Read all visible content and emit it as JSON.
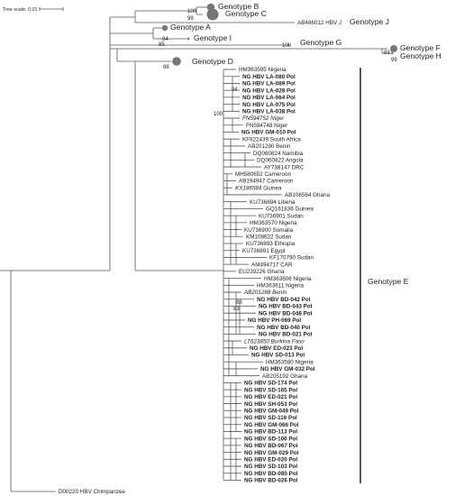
{
  "scale": {
    "label": "Tree scale: 0.01"
  },
  "genotypes": [
    {
      "label": "Genotype B"
    },
    {
      "label": "Genotype C"
    },
    {
      "label": "Genotype J"
    },
    {
      "label": "Genotype A"
    },
    {
      "label": "Genotype I"
    },
    {
      "label": "Genotype G"
    },
    {
      "label": "Genotype F"
    },
    {
      "label": "Genotype H"
    },
    {
      "label": "Genotype D"
    },
    {
      "label": "Genotype E"
    }
  ],
  "singletons": {
    "j_accession": "AB486012 HBV J",
    "outgroup": "D00220 HBV Chimpanzee"
  },
  "bootstraps": [
    "100",
    "99",
    "94",
    "85",
    "100",
    "83",
    "99",
    "88",
    "94",
    "100",
    "83",
    "88"
  ],
  "leaves": [
    {
      "label": "HM363595 Nigeria",
      "style": "n"
    },
    {
      "label": "NG HBV LA-080 Pol",
      "style": "b"
    },
    {
      "label": "NG HBV LA-089 Pol",
      "style": "b"
    },
    {
      "label": "NG HBV LA-028 Pol",
      "style": "b"
    },
    {
      "label": "NG HBV LA-064 Pol",
      "style": "b"
    },
    {
      "label": "NG HBV LA-075 Pol",
      "style": "b"
    },
    {
      "label": "NG HBV LA-038 Pol",
      "style": "b"
    },
    {
      "label": "FN594752 Niger",
      "style": "i"
    },
    {
      "label": "FN594748 Niger",
      "style": "n"
    },
    {
      "label": "NG HBV GM-010 Pol",
      "style": "b"
    },
    {
      "label": "KF922439 South Africa",
      "style": "n"
    },
    {
      "label": "AB201290 Benin",
      "style": "n"
    },
    {
      "label": "DQ060824 Namibia",
      "style": "n"
    },
    {
      "label": "DQ060822 Angola",
      "style": "n"
    },
    {
      "label": "AY738147 DRC",
      "style": "n"
    },
    {
      "label": "MH580652 Cameroon",
      "style": "n"
    },
    {
      "label": "AB194947 Cameroon",
      "style": "n"
    },
    {
      "label": "KX186584 Guinea",
      "style": "i"
    },
    {
      "label": "AB106564 Ghana",
      "style": "n"
    },
    {
      "label": "KU736894 Liberia",
      "style": "n"
    },
    {
      "label": "GQ161836 Guinea",
      "style": "n"
    },
    {
      "label": "KU736901 Sudan",
      "style": "n"
    },
    {
      "label": "HM363570 Nigeria",
      "style": "n"
    },
    {
      "label": "KU736900 Somalia",
      "style": "n"
    },
    {
      "label": "KM108622 Sudan",
      "style": "n"
    },
    {
      "label": "KU736893 Ethiopia",
      "style": "n"
    },
    {
      "label": "KU736891 Egypt",
      "style": "n"
    },
    {
      "label": "KF170790 Sudan",
      "style": "n"
    },
    {
      "label": "AM494717 CAR",
      "style": "n"
    },
    {
      "label": "EU239226 Ghana",
      "style": "n"
    },
    {
      "label": "HM363606 Nigeria",
      "style": "n"
    },
    {
      "label": "HM363611 Nigeria",
      "style": "n"
    },
    {
      "label": "AB201288 Benin",
      "style": "i"
    },
    {
      "label": "NG HBV BD-042 Pol",
      "style": "b"
    },
    {
      "label": "NG HBV BD-043 Pol",
      "style": "b"
    },
    {
      "label": "NG HBV BD-048 Pol",
      "style": "b"
    },
    {
      "label": "NG HBV PH-069 Pol",
      "style": "b"
    },
    {
      "label": "NG HBV BD-040 Pol",
      "style": "b"
    },
    {
      "label": "NG HBV BD-021 Pol",
      "style": "b"
    },
    {
      "label": "LT623850 Burkina Faso",
      "style": "i"
    },
    {
      "label": "NG HBV ED-023 Pol",
      "style": "b"
    },
    {
      "label": "NG HBV SD-013 Pol",
      "style": "b"
    },
    {
      "label": "HM363580 Nigeria",
      "style": "n"
    },
    {
      "label": "NG HBV GM-032 Pol",
      "style": "b"
    },
    {
      "label": "AB205192 Ghana",
      "style": "n"
    },
    {
      "label": "NG HBV SD-174 Pol",
      "style": "b"
    },
    {
      "label": "NG HBV SD-165 Pol",
      "style": "b"
    },
    {
      "label": "NG HBV ED-021 Pol",
      "style": "b"
    },
    {
      "label": "NG HBV SH-053 Pol",
      "style": "b"
    },
    {
      "label": "NG HBV GM-049 Pol",
      "style": "b"
    },
    {
      "label": "NG HBV SD-116 Pol",
      "style": "b"
    },
    {
      "label": "NG HBV GM-066 Pol",
      "style": "b"
    },
    {
      "label": "NG HBV BD-113 Pol",
      "style": "b"
    },
    {
      "label": "NG HBV SD-106 Pol",
      "style": "b"
    },
    {
      "label": "NG HBV BD-067 Pol",
      "style": "b"
    },
    {
      "label": "NG HBV GM-029 Pol",
      "style": "b"
    },
    {
      "label": "NG HBV ED-020 Pol",
      "style": "b"
    },
    {
      "label": "NG HBV SD-103 Pol",
      "style": "b"
    },
    {
      "label": "NG HBV BD-085 Pol",
      "style": "b"
    },
    {
      "label": "NG HBV BD-026 Pol",
      "style": "b"
    }
  ]
}
